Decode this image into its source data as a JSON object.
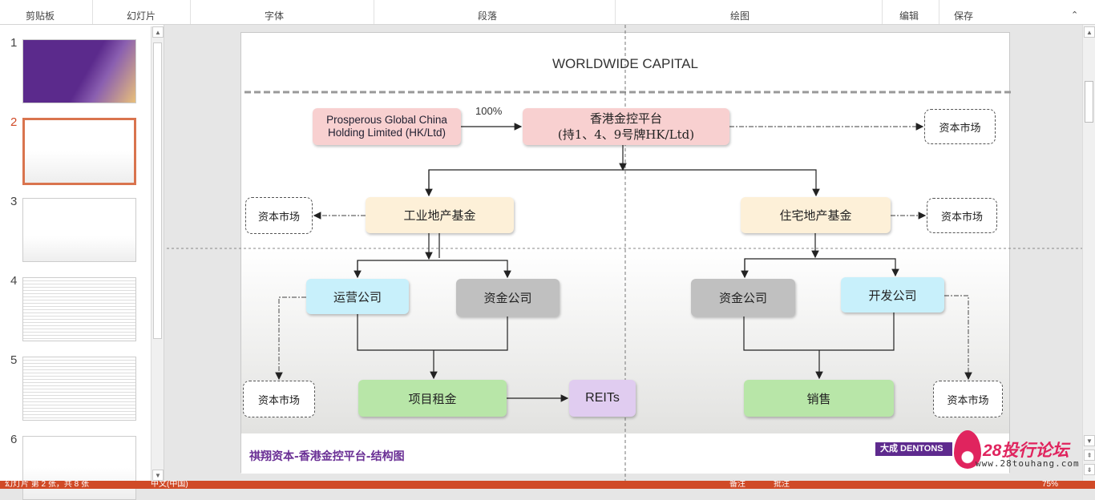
{
  "ribbon": {
    "groups": [
      "剪贴板",
      "幻灯片",
      "字体",
      "段落",
      "绘图",
      "编辑",
      "保存"
    ]
  },
  "thumbnails": {
    "numbers": [
      "1",
      "2",
      "3",
      "4",
      "5",
      "6"
    ],
    "selected": "2"
  },
  "slide": {
    "title": "WORLDWIDE CAPITAL",
    "parent": "Prosperous Global China Holding Limited (HK/Ltd)",
    "ownership": "100%",
    "platform_line1": "香港金控平台",
    "platform_line2": "(持1、4、9号牌HK/Ltd)",
    "capital_market": "资本市场",
    "industrial_fund": "工业地产基金",
    "residential_fund": "住宅地产基金",
    "operating_company": "运营公司",
    "funding_company": "资金公司",
    "development_company": "开发公司",
    "project_rent": "项目租金",
    "reits": "REITs",
    "sales": "销售",
    "footer_title": "祺翔资本-香港金控平台-结构图",
    "logo_text": "大成 DENTONS",
    "watermark": "28投行论坛",
    "watermark_url": "www.28touhang.com"
  },
  "status": {
    "slide_info": "幻灯片 第 2 张，共 8 张",
    "language": "中文(中国)",
    "notes": "备注",
    "comments": "批注",
    "zoom": "75%"
  }
}
